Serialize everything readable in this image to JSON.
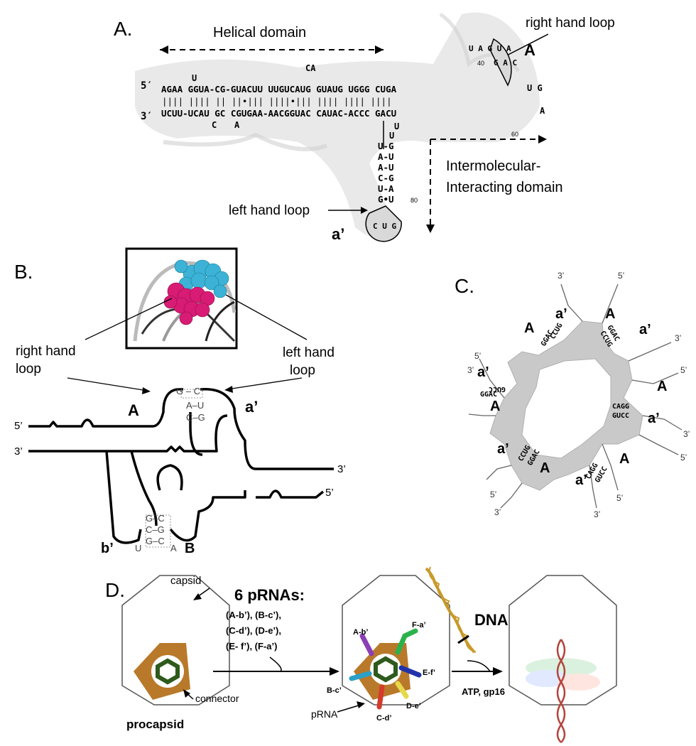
{
  "panels": {
    "a": {
      "label": "A.",
      "helical_domain": "Helical domain",
      "right_hand_loop": "right hand loop",
      "left_hand_loop": "left hand loop",
      "loop_A": "A",
      "loop_a_prime": "a’",
      "intermolecular_1": "Intermolecular-",
      "intermolecular_2": "Interacting domain",
      "five_prime": "5′",
      "three_prime": "3′",
      "top_strand": "AGAA GGUA-CG-GUACUU UUGUCAUG GUAUG UGGG CUGA",
      "bottom_strand": "UCUU-UCAU GC CGUGAA-AACGGUAC CAUAC-ACCC GACU",
      "pair_marks": "||||  |||| || ||•||| ||||•||| |||| |||| ||||",
      "bulge_top_U": "U",
      "bulge_top_CA": "CA",
      "bulge_bottom_C": "C",
      "bulge_bottom_A": "A",
      "stem_pairs": [
        "U-G",
        "A-U",
        "A-U",
        "C-G",
        "U-A",
        "G•U"
      ],
      "stem_top_U": "U",
      "stem_top_U2": "U",
      "loop_left_letters": "C U G",
      "loop_right_letters": "G A C",
      "right_stem_letters": "U A G U A",
      "num_40": "40",
      "num_60": "60",
      "num_80": "80",
      "hairpin_UG": "U G",
      "hairpin_A": "A"
    },
    "b": {
      "label": "B.",
      "right_hand_loop_1": "right hand",
      "right_hand_loop_2": "loop",
      "left_hand_loop_1": "left hand",
      "left_hand_loop_2": "loop",
      "A": "A",
      "a_prime": "a’",
      "b_prime": "b’",
      "B": "B",
      "five_prime_top": "5’",
      "three_prime_left": "3’",
      "three_prime_right": "3’",
      "five_prime_right": "5’",
      "top_pairs": [
        "G – C",
        "A–U",
        "C–G"
      ],
      "bottom_pairs": [
        "G–C",
        "C–G",
        "G–C"
      ],
      "bottom_U": "U",
      "bottom_A": "A"
    },
    "c": {
      "label": "C.",
      "A": "A",
      "a_prime": "a’",
      "seq_ccug": "CCUG",
      "seq_ggac": "GGAC",
      "seq_cagg": "CAGG",
      "seq_gucc": "GUCC",
      "five_prime": "5’",
      "three_prime": "3’"
    },
    "d": {
      "label": "D.",
      "capsid": "capsid",
      "connector": "connector",
      "procapsid": "procapsid",
      "prnas_title": "6 pRNAs:",
      "prnas_line1": "(A-b’), (B-c’),",
      "prnas_line2": "(C-d’), (D-e’),",
      "prnas_line3": "(E- f’), (F-a’)",
      "dna": "DNA",
      "atp": "ATP, gp16",
      "prna": "pRNA",
      "ab": "A-b’",
      "fa": "F-a’",
      "ef": "E-f’",
      "bc": "B-c’",
      "cd": "C-d’",
      "de": "D-e’"
    }
  },
  "colors": {
    "magenta": "#d81b74",
    "cyan": "#3bb2d6",
    "connector": "#b9792a",
    "core": "#2e5a1c",
    "dna": "#c89a2a",
    "gray_shadow": "#cfcfcf",
    "c_backbone": "#c9c9c9"
  }
}
